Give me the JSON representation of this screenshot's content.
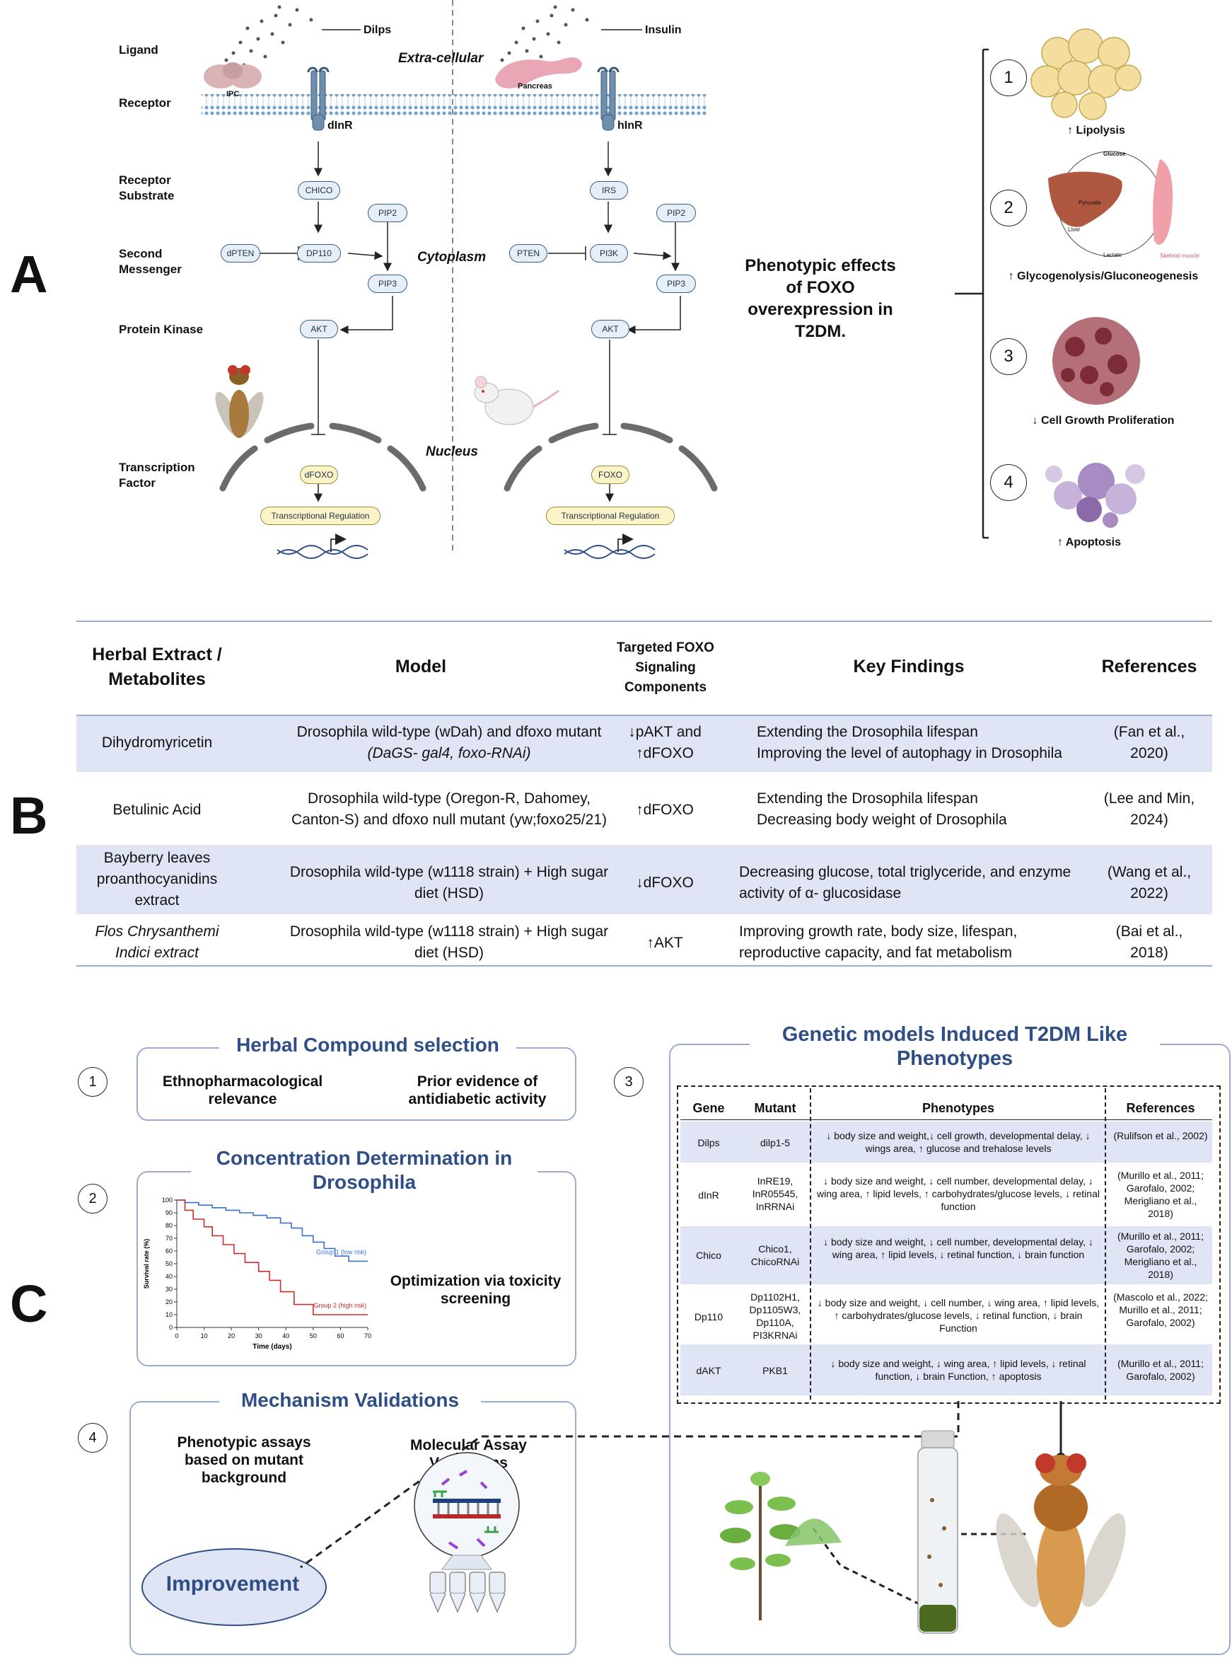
{
  "panel_labels": {
    "a": "A",
    "b": "B",
    "c": "C"
  },
  "panelA": {
    "side_labels": [
      "Ligand",
      "Receptor",
      "Receptor Substrate",
      "Second Messenger",
      "Protein Kinase",
      "Transcription Factor"
    ],
    "compartments": {
      "extracellular": "Extra-cellular",
      "cytoplasm": "Cytoplasm",
      "nucleus": "Nucleus"
    },
    "fly_side": {
      "ligand": "Dilps",
      "source": "IPC",
      "receptor": "dInR",
      "substrate": "CHICO",
      "pten": "dPTEN",
      "pi3k": "DP110",
      "pip2": "PIP2",
      "pip3": "PIP3",
      "akt": "AKT",
      "foxo": "dFOXO",
      "transcription": "Transcriptional Regulation"
    },
    "human_side": {
      "ligand": "Insulin",
      "source": "Pancreas",
      "receptor": "hInR",
      "substrate": "IRS",
      "pten": "PTEN",
      "pi3k": "PI3K",
      "pip2": "PIP2",
      "pip3": "PIP3",
      "akt": "AKT",
      "foxo": "FOXO",
      "transcription": "Transcriptional Regulation"
    },
    "phenotype_title": "Phenotypic effects of FOXO overexpression in T2DM.",
    "phenotypes": [
      {
        "num": "1",
        "label": "↑ Lipolysis"
      },
      {
        "num": "2",
        "label": "↑ Glycogenolysis/Gluconeogenesis"
      },
      {
        "num": "3",
        "label": "↓ Cell Growth Proliferation"
      },
      {
        "num": "4",
        "label": "↑ Apoptosis"
      }
    ],
    "liver_muscle": {
      "glucose": "Glucose",
      "lactate": "Lactate",
      "liver": "Liver",
      "muscle": "Skeletal muscle",
      "pyruvate": "Pyruvate"
    }
  },
  "panelB": {
    "headers": [
      "Herbal Extract / Metabolites",
      "Model",
      "Targeted FOXO Signaling Components",
      "Key Findings",
      "References"
    ],
    "rows": [
      {
        "extract": "Dihydromyricetin",
        "model_1": "Drosophila wild-type (wDah) and dfoxo mutant",
        "model_2": "(DaGS- gal4, foxo-RNAi)",
        "target_1": "↓pAKT and",
        "target_2": "↑dFOXO",
        "finding_1": "Extending the Drosophila lifespan",
        "finding_2": "Improving the level of autophagy in Drosophila",
        "ref_1": "(Fan et al.,",
        "ref_2": "2020)"
      },
      {
        "extract": "Betulinic Acid",
        "model_1": "Drosophila wild-type (Oregon-R, Dahomey,",
        "model_2": "Canton-S) and dfoxo null mutant (yw;foxo25/21)",
        "target_1": "↑dFOXO",
        "target_2": "",
        "finding_1": "Extending the Drosophila lifespan",
        "finding_2": "Decreasing body weight of Drosophila",
        "ref_1": "(Lee and Min,",
        "ref_2": "2024)"
      },
      {
        "extract": "Bayberry leaves proanthocyanidins extract",
        "model_1": "Drosophila wild-type (w1118 strain) + High sugar",
        "model_2": "diet (HSD)",
        "target_1": "↓dFOXO",
        "target_2": "",
        "finding_1": "Decreasing glucose, total triglyceride, and enzyme",
        "finding_2": "activity of α- glucosidase",
        "ref_1": "(Wang et al.,",
        "ref_2": "2022)"
      },
      {
        "extract": "Flos Chrysanthemi Indici extract",
        "model_1": "Drosophila wild-type (w1118 strain) + High sugar",
        "model_2": "diet (HSD)",
        "target_1": "↑AKT",
        "target_2": "",
        "finding_1": "Improving growth rate, body size, lifespan,",
        "finding_2": "reproductive capacity, and fat metabolism",
        "ref_1": "(Bai et al.,",
        "ref_2": "2018)"
      }
    ]
  },
  "panelC": {
    "step1": {
      "num": "1",
      "title": "Herbal Compound selection",
      "left": "Ethnopharmacological relevance",
      "right": "Prior evidence of antidiabetic activity"
    },
    "step2": {
      "num": "2",
      "title": "Concentration Determination in Drosophila",
      "note": "Optimization via toxicity screening"
    },
    "step3": {
      "num": "3",
      "title": "Genetic models Induced T2DM Like Phenotypes"
    },
    "step4": {
      "num": "4",
      "title": "Mechanism Validations",
      "left": "Phenotypic assays based on mutant background",
      "right": "Molecular Assay Validations",
      "oval": "Improvement"
    },
    "gene_table": {
      "headers": [
        "Gene",
        "Mutant",
        "Phenotypes",
        "References"
      ],
      "rows": [
        {
          "gene": "Dilps",
          "mutant": "dilp1-5",
          "pheno": "↓ body size and weight,↓ cell growth, developmental delay, ↓ wings area, ↑ glucose and trehalose levels",
          "ref": "(Rulifson et al., 2002)"
        },
        {
          "gene": "dInR",
          "mutant": "InRE19, InR05545, InRRNAi",
          "pheno": "↓ body size and weight, ↓ cell number, developmental delay, ↓ wing area, ↑ lipid levels, ↑ carbohydrates/glucose levels, ↓ retinal function",
          "ref": "(Murillo et al., 2011; Garofalo, 2002; Merigliano et al., 2018)"
        },
        {
          "gene": "Chico",
          "mutant": "Chico1, ChicoRNAi",
          "pheno": "↓ body size and weight, ↓ cell number, developmental delay, ↓ wing area, ↑ lipid levels, ↓ retinal function, ↓ brain function",
          "ref": "(Murillo et al., 2011; Garofalo, 2002; Merigliano et al., 2018)"
        },
        {
          "gene": "Dp110",
          "mutant": "Dp1102H1, Dp1105W3, Dp110A, PI3KRNAi",
          "pheno": "↓ body size and weight, ↓ cell number, ↓ wing area, ↑ lipid levels, ↑ carbohydrates/glucose levels, ↓ retinal function, ↓ brain Function",
          "ref": "(Mascolo et al., 2022; Murillo et al., 2011; Garofalo, 2002)"
        },
        {
          "gene": "dAKT",
          "mutant": "PKB1",
          "pheno": "↓ body size and weight, ↓ wing area, ↑ lipid levels, ↓ retinal function, ↓ brain Function, ↑ apoptosis",
          "ref": "(Murillo et al., 2011; Garofalo, 2002)"
        }
      ]
    }
  },
  "chart_data": {
    "type": "line",
    "xlabel": "Time (days)",
    "ylabel": "Survival rate (%)",
    "xlim": [
      0,
      70
    ],
    "ylim": [
      0,
      100
    ],
    "xticks": [
      0,
      10,
      20,
      30,
      40,
      50,
      60,
      70
    ],
    "yticks": [
      0,
      10,
      20,
      30,
      40,
      50,
      60,
      70,
      80,
      90,
      100
    ],
    "series": [
      {
        "name": "Group 1 (low risk)",
        "color": "#3b6fd1",
        "x": [
          0,
          3,
          3,
          8,
          8,
          13,
          13,
          18,
          18,
          23,
          23,
          28,
          28,
          33,
          33,
          38,
          38,
          42,
          42,
          46,
          46,
          50,
          50,
          54,
          54,
          58,
          58,
          63,
          63,
          70
        ],
        "y": [
          100,
          100,
          98,
          98,
          96,
          96,
          94,
          94,
          92,
          92,
          90,
          90,
          88,
          88,
          86,
          86,
          82,
          82,
          78,
          78,
          72,
          72,
          67,
          67,
          62,
          62,
          56,
          56,
          52,
          52
        ]
      },
      {
        "name": "Group 2 (high risk)",
        "color": "#d12b2b",
        "x": [
          0,
          3,
          3,
          6,
          6,
          10,
          10,
          13,
          13,
          17,
          17,
          21,
          21,
          25,
          25,
          30,
          30,
          34,
          34,
          38,
          38,
          43,
          43,
          50,
          50,
          70
        ],
        "y": [
          100,
          100,
          92,
          92,
          85,
          85,
          79,
          79,
          72,
          72,
          65,
          65,
          58,
          58,
          51,
          51,
          44,
          44,
          37,
          37,
          28,
          28,
          18,
          18,
          10,
          10
        ]
      }
    ]
  }
}
